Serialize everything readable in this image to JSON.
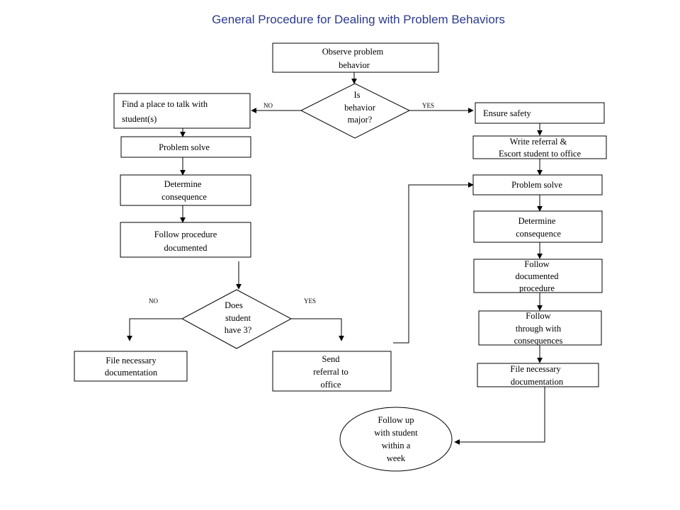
{
  "title": "General Procedure for Dealing with Problem Behaviors",
  "nodes": {
    "observe": [
      "Observe problem",
      "behavior"
    ],
    "decision_major": [
      "Is",
      "behavior",
      "major?"
    ],
    "find_place": [
      "Find a place to talk with",
      "student(s)"
    ],
    "problem_solve_left": [
      "Problem solve"
    ],
    "determine_left": [
      "Determine",
      "consequence"
    ],
    "follow_procedure_left": [
      "Follow procedure",
      "documented"
    ],
    "decision_three": [
      "Does",
      "student",
      "have 3?"
    ],
    "file_left": [
      "File necessary",
      "documentation"
    ],
    "send_referral": [
      "Send",
      "referral to",
      "office"
    ],
    "ensure_safety": [
      "Ensure safety"
    ],
    "write_referral": [
      "Write referral &",
      "Escort student to office"
    ],
    "problem_solve_right": [
      "Problem solve"
    ],
    "determine_right": [
      "Determine",
      "consequence"
    ],
    "follow_documented_right": [
      "Follow",
      "documented",
      "procedure"
    ],
    "follow_through": [
      "Follow",
      "through with",
      "consequences"
    ],
    "file_right": [
      "File necessary",
      "documentation"
    ],
    "follow_up": [
      "Follow up",
      "with student",
      "within a",
      "week"
    ]
  },
  "edge_labels": {
    "major_no": "NO",
    "major_yes": "YES",
    "three_no": "NO",
    "three_yes": "YES"
  }
}
